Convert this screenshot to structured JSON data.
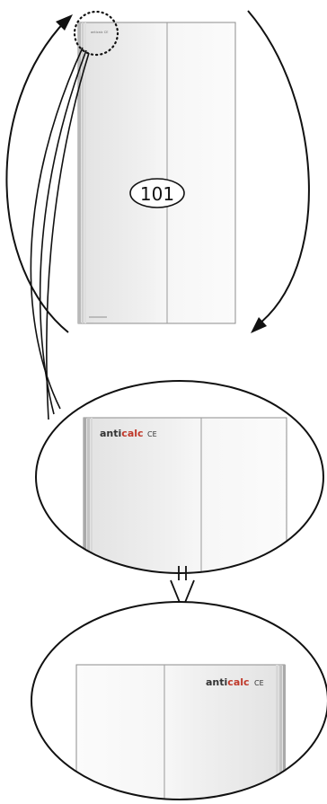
{
  "callout": {
    "number": "101"
  },
  "panel_small": {
    "brand_text": "anticalc CE"
  },
  "zoom_top": {
    "brand_text": "anticalc",
    "mark_text": "CE"
  },
  "zoom_bottom": {
    "brand_text": "anticalc",
    "mark_text": "CE"
  },
  "colors": {
    "line": "#111111",
    "panel_fill": "#f0f0f0",
    "panel_light": "#f7f7f7",
    "edge_dark": "#8a8a8a",
    "brand_red": "#c0392b"
  }
}
